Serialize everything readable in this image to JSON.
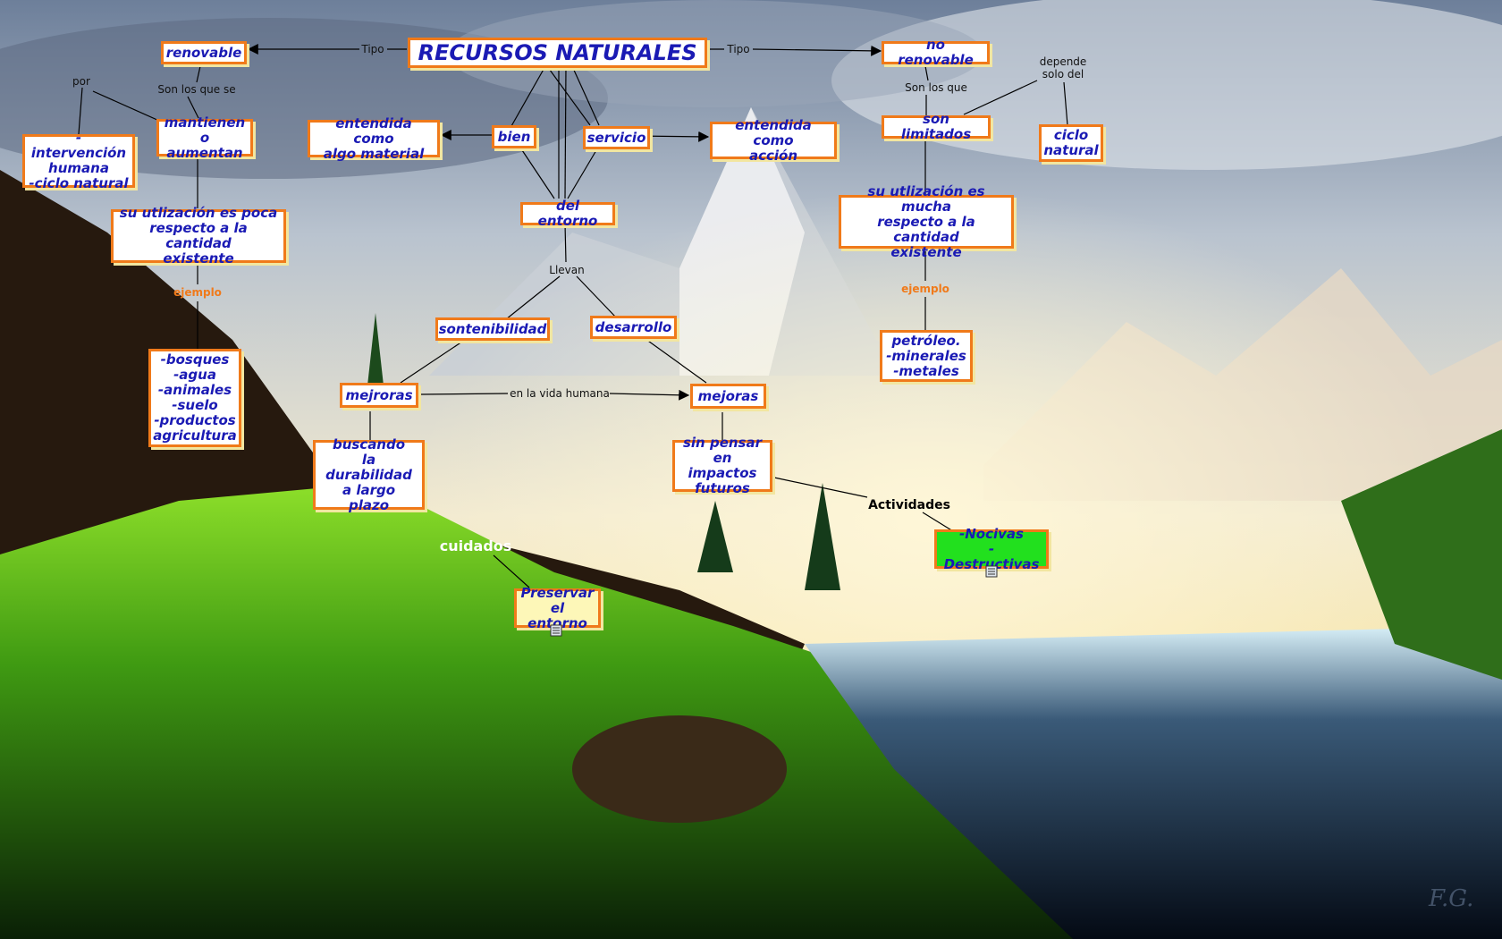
{
  "colors": {
    "node_border": "#f07a1a",
    "node_text": "#1a1ab4",
    "green_fill": "#22e01e",
    "yellow_fill": "#fdf7b8",
    "example_label": "#f07a1a"
  },
  "nodes": {
    "title": "RECURSOS NATURALES",
    "renovable": "renovable",
    "no_renovable": "no renovable",
    "mantienen": "mantienen\no aumentan",
    "intervencion": "- intervención\nhumana\n-ciclo natural",
    "entendida_material": "entendida como\nalgo material",
    "bien": "bien",
    "servicio": "servicio",
    "entendida_accion": "entendida como\nacción",
    "son_limitados": "son limitados",
    "ciclo_natural": "ciclo\nnatural",
    "del_entorno": "del entorno",
    "utilizacion_poca": "su utlización es poca\nrespecto a la  cantidad\nexistente",
    "utilizacion_mucha": "su utlización es mucha\nrespecto a la  cantidad\nexistente",
    "sontenibilidad": "sontenibilidad",
    "desarrollo": "desarrollo",
    "ejemplos_renovable": "-bosques\n-agua\n-animales\n-suelo\n-productos\nagricultura",
    "ejemplos_no_renovable": "petróleo.\n-minerales\n-metales",
    "mejroras": "mejroras",
    "mejoras": "mejoras",
    "buscando": "buscando\nla durabilidad\na largo\nplazo",
    "sin_pensar": "sin pensar\nen impactos\nfuturos",
    "nocivas": "-Nocivas\n- Destructivas",
    "preservar": "Preservar\nel entorno"
  },
  "labels": {
    "tipo_left": "Tipo",
    "tipo_right": "Tipo",
    "son_los_que_se": "Son los que se",
    "por": "por",
    "son_los_que": "Son los que",
    "depende": "depende\nsolo del",
    "ejemplo_left": "ejemplo",
    "ejemplo_right": "ejemplo",
    "llevan": "Llevan",
    "en_la_vida_humana": "en la vida humana",
    "actividades": "Actividades",
    "cuidados": "cuidados"
  },
  "signature": "F.G."
}
